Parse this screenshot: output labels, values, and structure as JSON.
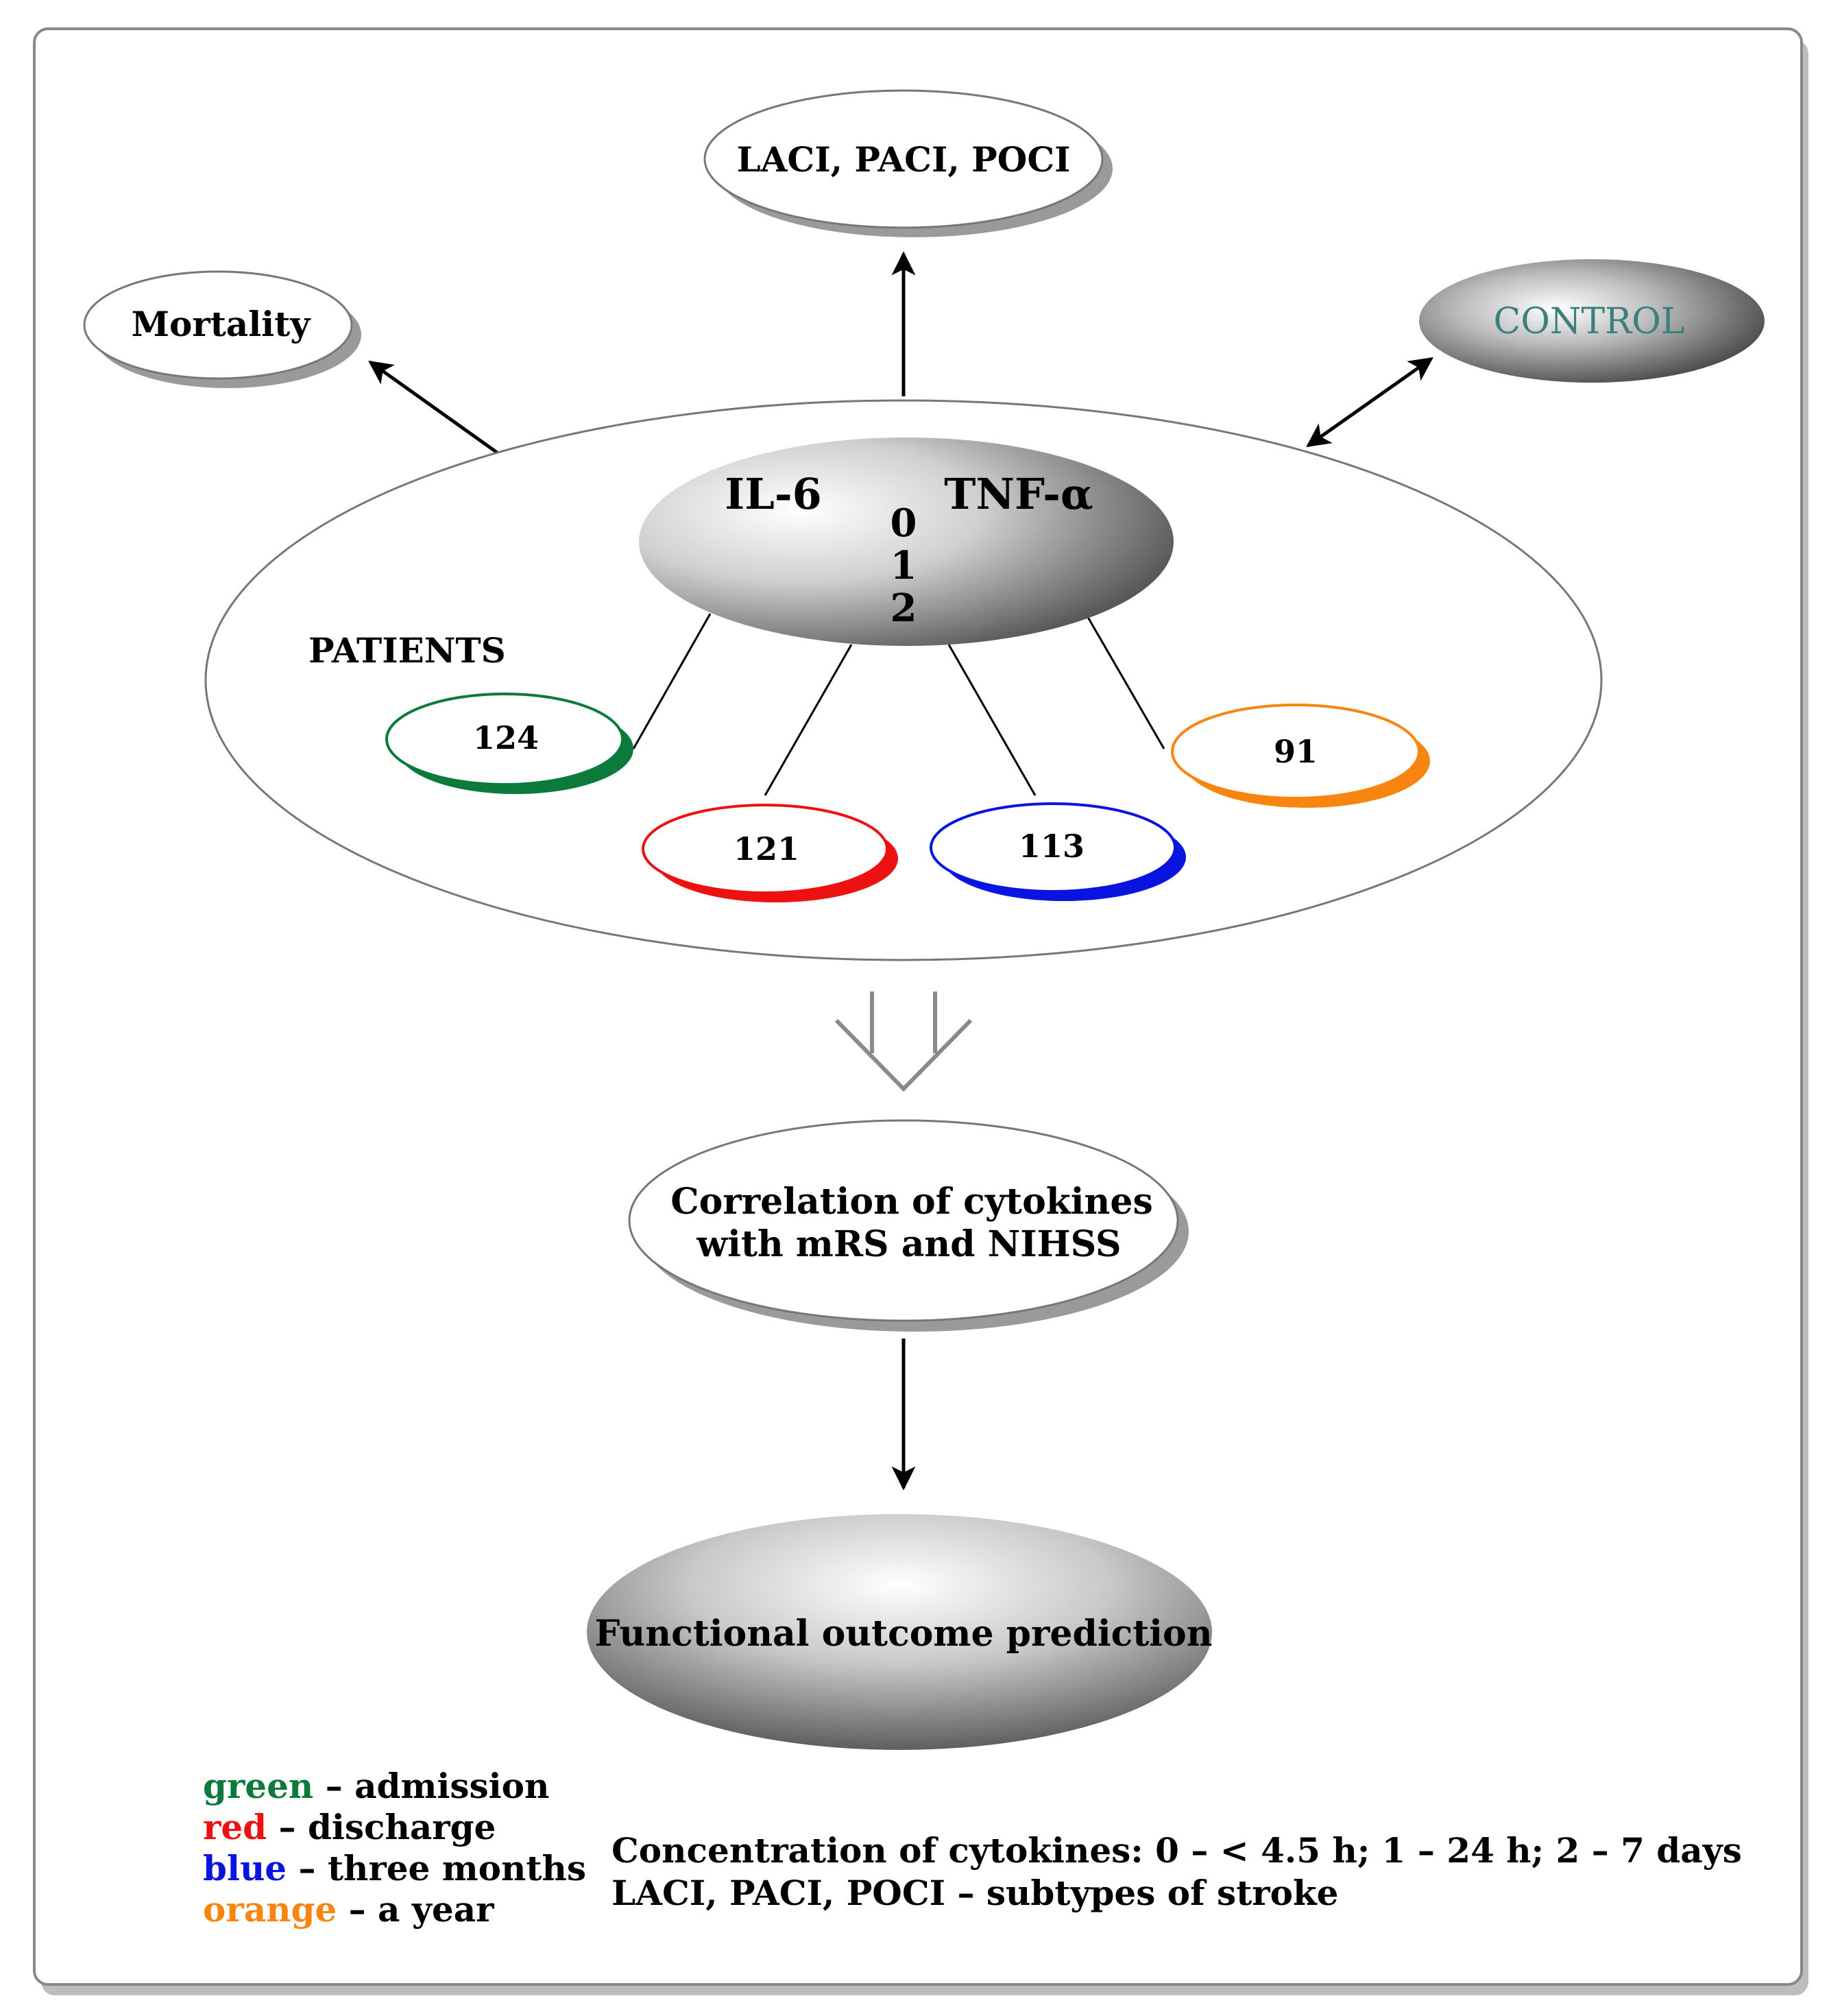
{
  "nodes": {
    "stroke_subtypes": "LACI, PACI, POCI",
    "mortality": "Mortality",
    "control": "CONTROL",
    "patients": "PATIENTS",
    "cytokine_il6": "IL-6",
    "cytokine_tnf": "TNF-α",
    "timepoints": [
      "0",
      "1",
      "2"
    ],
    "correlation_line1": "Correlation of cytokines",
    "correlation_line2": "with mRS and NIHSS",
    "prediction": "Functional outcome prediction"
  },
  "patient_counts": [
    {
      "value": "124",
      "color": "#0b7a3b"
    },
    {
      "value": "121",
      "color": "#ee1111"
    },
    {
      "value": "113",
      "color": "#0a14e0"
    },
    {
      "value": "91",
      "color": "#f7850f"
    }
  ],
  "colors": {
    "control_text": "#3d7f7f"
  },
  "legend": [
    {
      "color_word": "green",
      "color": "#0b7a3b",
      "text": " – admission"
    },
    {
      "color_word": "red",
      "color": "#ee1111",
      "text": " – discharge"
    },
    {
      "color_word": "blue",
      "color": "#0a14e0",
      "text": " – three months"
    },
    {
      "color_word": "orange",
      "color": "#f7850f",
      "text": " – a year"
    }
  ],
  "notes": {
    "concentration": "Concentration of cytokines: 0 – < 4.5 h; 1 – 24 h; 2 – 7 days",
    "subtypes": "LACI, PACI, POCI – subtypes of stroke"
  }
}
